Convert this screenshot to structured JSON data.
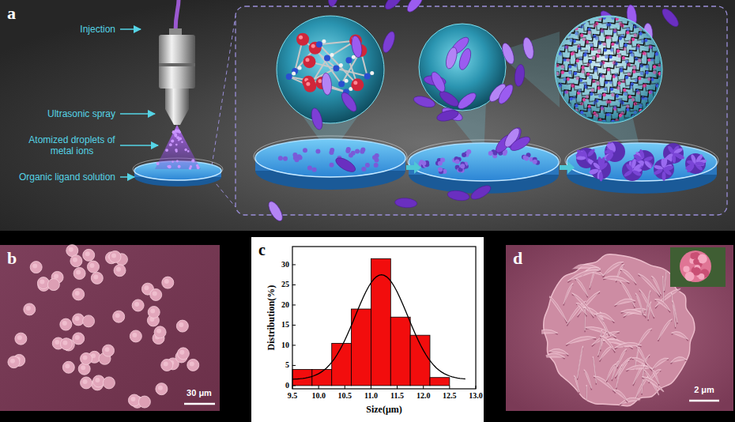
{
  "diagram": {
    "nodes": [
      {
        "text": [
          "a"
        ]
      },
      {
        "text": [
          "b"
        ]
      },
      {
        "text": [
          "c"
        ]
      },
      {
        "text": [
          "d"
        ]
      }
    ],
    "labels": [
      "Injection",
      "Ultrasonic spray",
      "Atomized droplets of metal ions",
      "Organic ligand solution",
      "30 μm",
      "0",
      "5",
      "10",
      "15",
      "20",
      "25",
      "30",
      "9.5",
      "10.0",
      "10.5",
      "11.0",
      "11.5",
      "12.0",
      "12.5",
      "13.0",
      "Distribution(%)",
      "Size(μm)",
      "2 μm"
    ]
  }
}
